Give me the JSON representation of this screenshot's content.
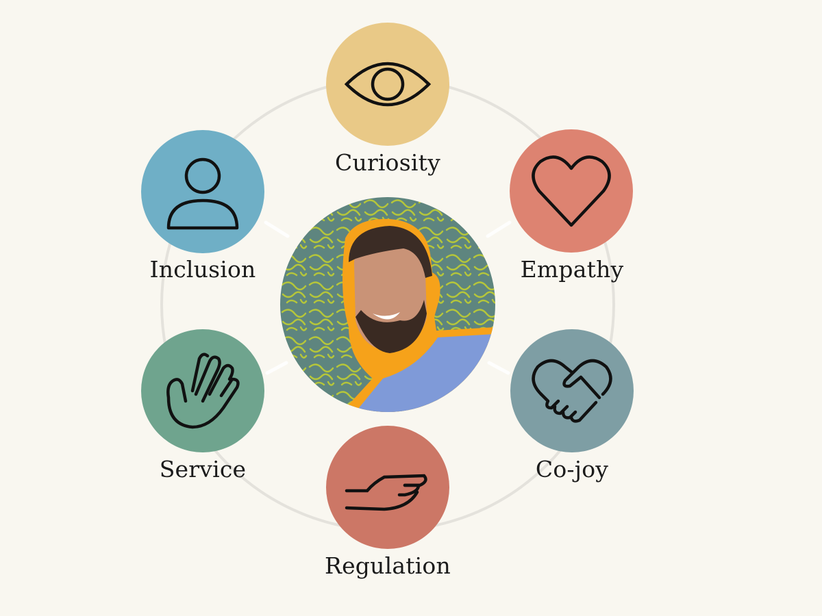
{
  "title": "Core values diagram",
  "center": {
    "icon": "portrait-photo"
  },
  "values": [
    {
      "label": "Curiosity",
      "icon": "eye-icon",
      "color": "#e9c987"
    },
    {
      "label": "Empathy",
      "icon": "heart-icon",
      "color": "#dd8371"
    },
    {
      "label": "Co-joy",
      "icon": "handshake-icon",
      "color": "#7e9ea4"
    },
    {
      "label": "Regulation",
      "icon": "open-hand-icon",
      "color": "#cc7766"
    },
    {
      "label": "Service",
      "icon": "raised-hand-icon",
      "color": "#6fa48e"
    },
    {
      "label": "Inclusion",
      "icon": "person-icon",
      "color": "#6fafc6"
    }
  ],
  "colors": {
    "background": "#f9f7f0",
    "ring": "#e4e2dc",
    "outline": "#f6a21a"
  }
}
